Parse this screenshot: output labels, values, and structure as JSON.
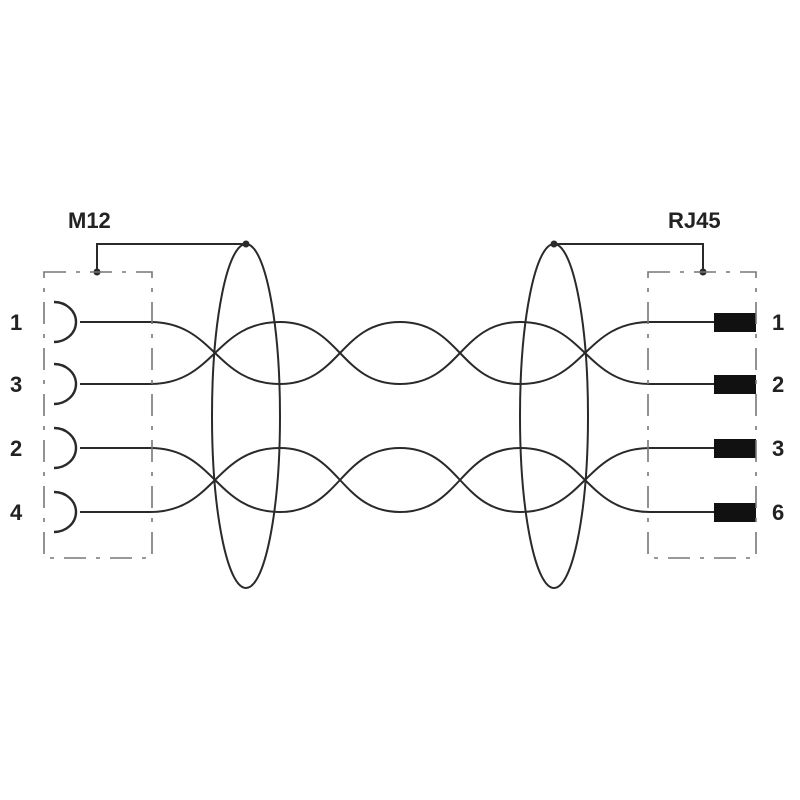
{
  "title": "M12 to RJ45 twisted pair cable wiring diagram",
  "left_connector": {
    "name": "M12",
    "pins": [
      "1",
      "3",
      "2",
      "4"
    ]
  },
  "right_connector": {
    "name": "RJ45",
    "pins": [
      "1",
      "2",
      "3",
      "6"
    ]
  },
  "colors": {
    "line": "#2a2a2a",
    "dash": "#777777"
  }
}
